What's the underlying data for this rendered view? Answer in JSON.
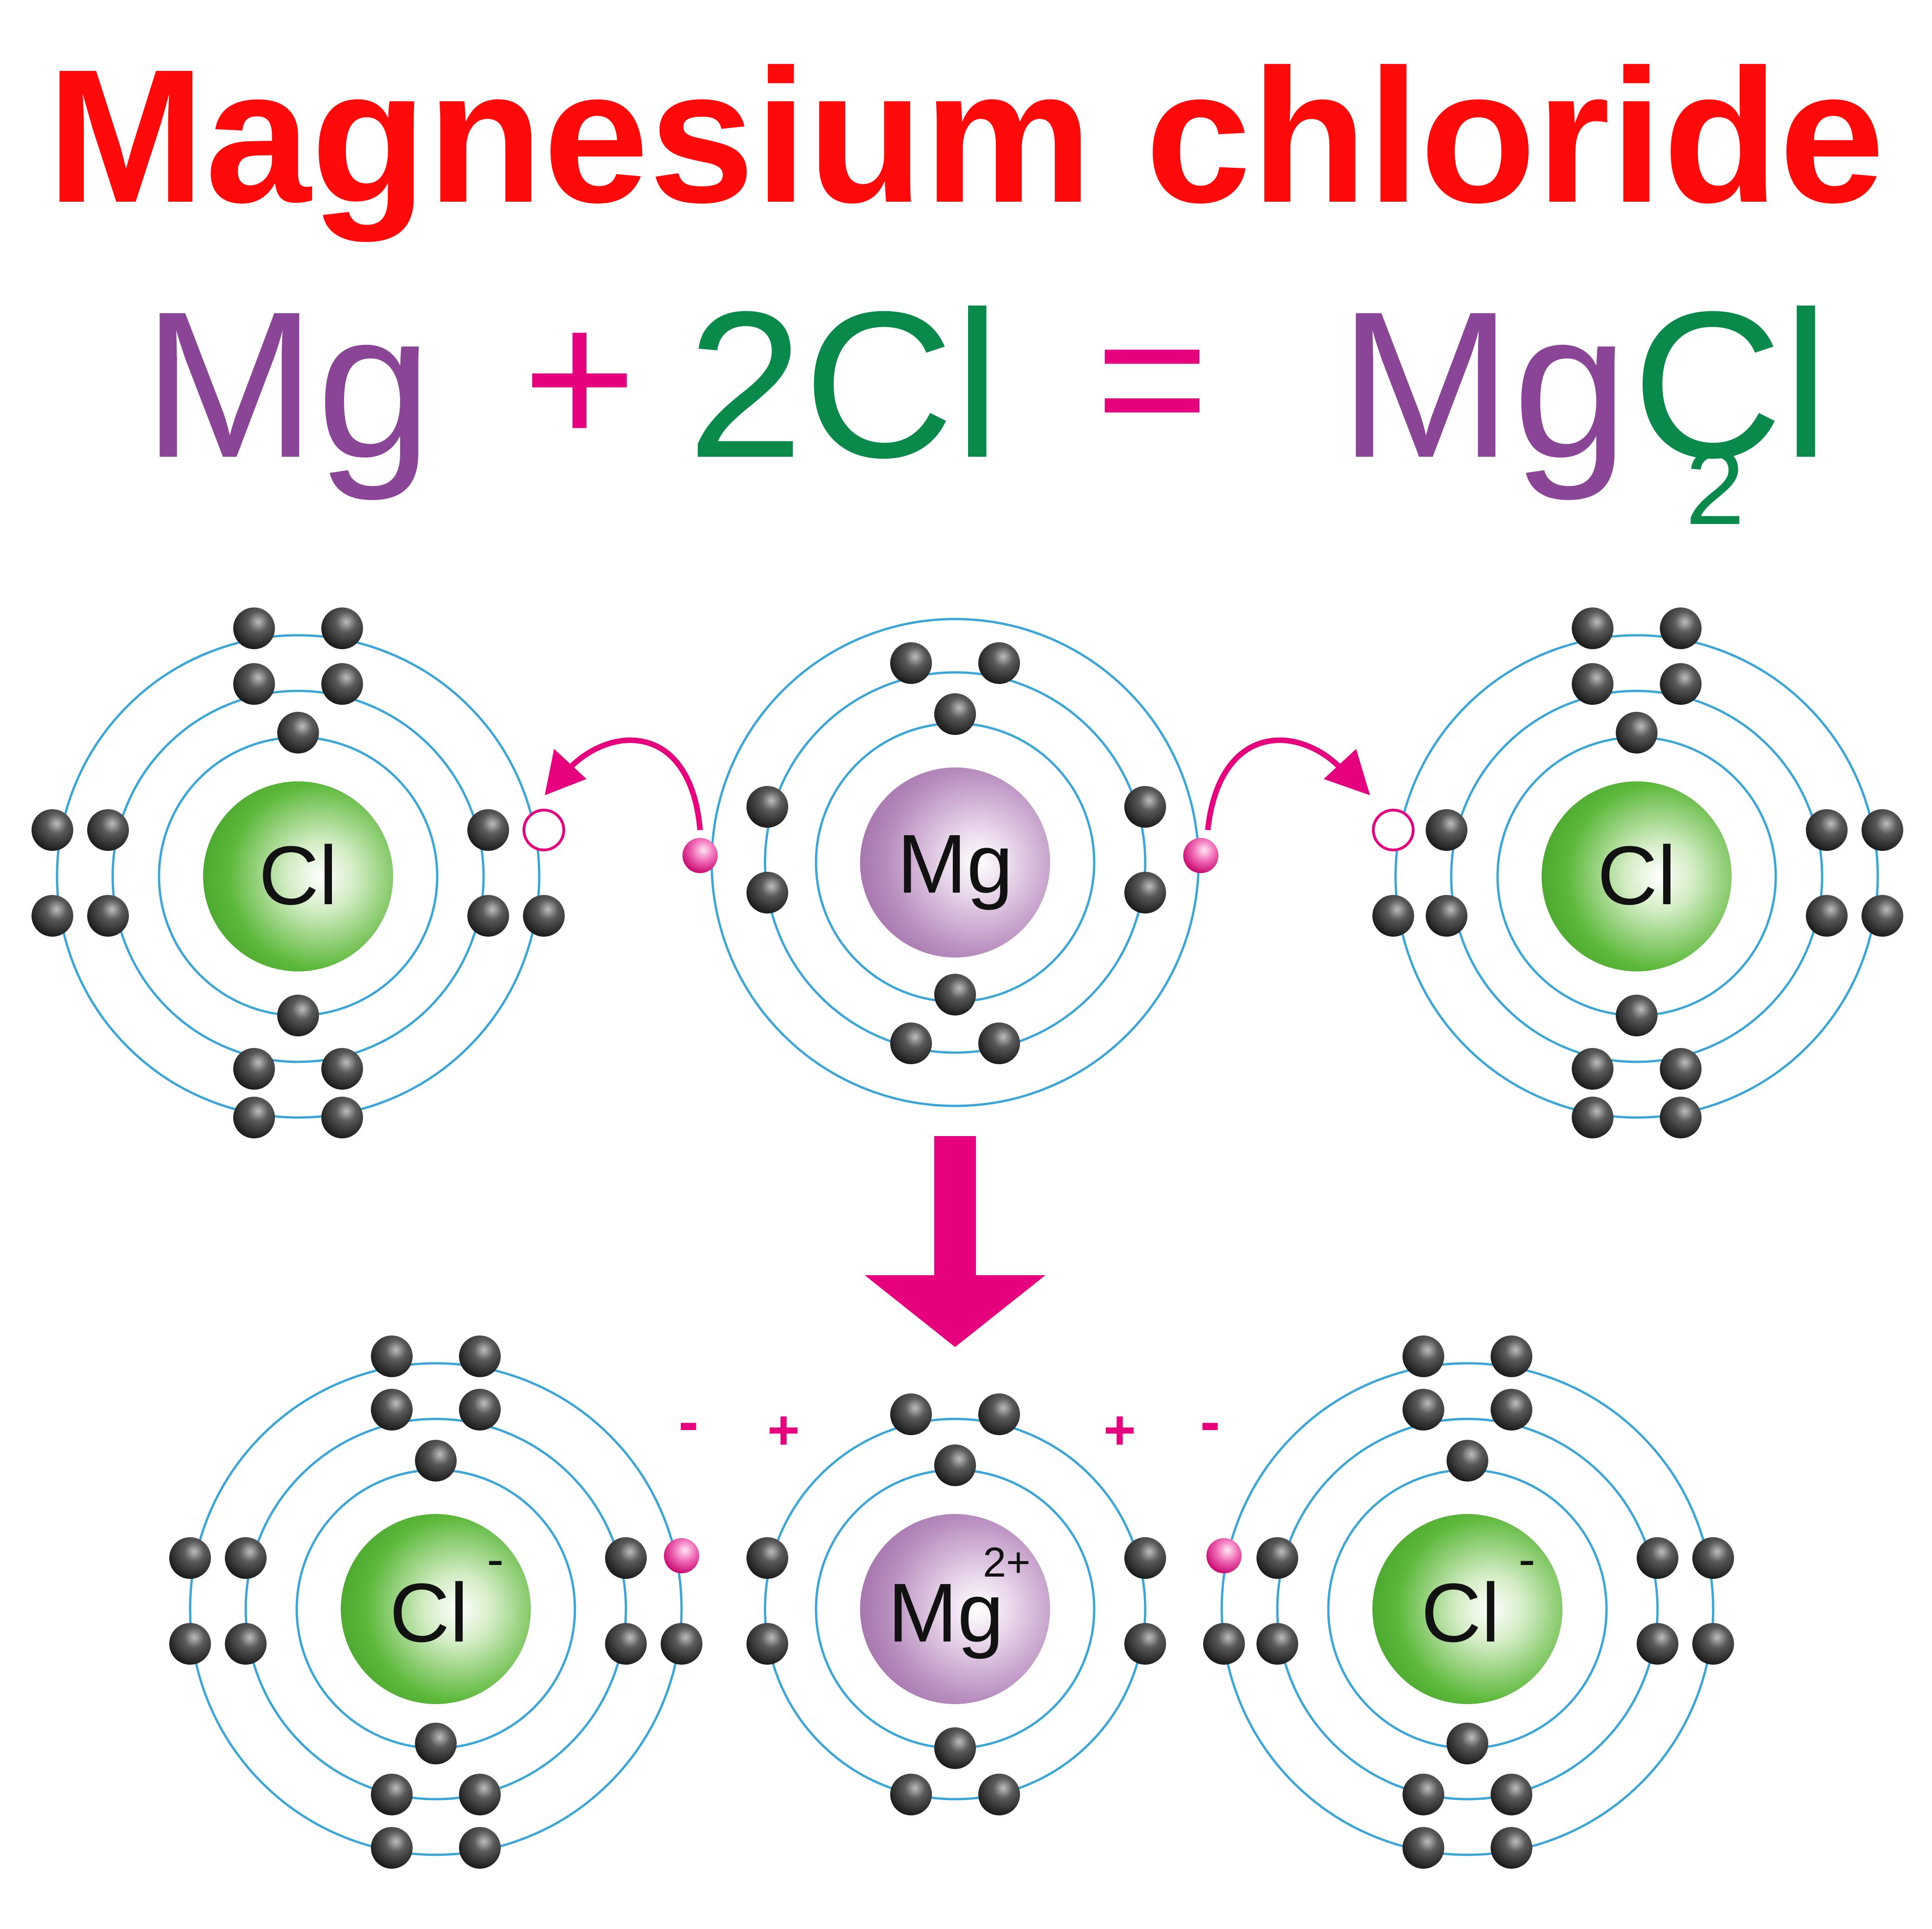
{
  "title": "Magnesium chloride",
  "equation": {
    "mg": "Mg",
    "plus": "+",
    "two_cl": "2Cl",
    "equals": "=",
    "product_mg": "Mg",
    "product_cl": "Cl",
    "subscript": "2"
  },
  "atoms": {
    "cl_left": {
      "symbol": "Cl",
      "charge": ""
    },
    "mg": {
      "symbol": "Mg",
      "charge": ""
    },
    "cl_right": {
      "symbol": "Cl",
      "charge": ""
    }
  },
  "ions": {
    "cl_left": {
      "symbol": "Cl",
      "charge": "-"
    },
    "mg": {
      "symbol": "Mg",
      "charge": "2+"
    },
    "cl_right": {
      "symbol": "Cl",
      "charge": "-"
    }
  },
  "charge_signs": {
    "left_minus": "-",
    "left_plus": "+",
    "right_plus": "+",
    "right_minus": "-"
  },
  "colors": {
    "title": "#ff0a0a",
    "magnesium": "#8b4597",
    "chlorine": "#0a8a4a",
    "accent_pink": "#e6007e",
    "orbit": "#3aa6d8",
    "electron": "#3a3a3a",
    "cl_nucleus": "#5cb83a",
    "mg_nucleus": "#b07ab8"
  }
}
